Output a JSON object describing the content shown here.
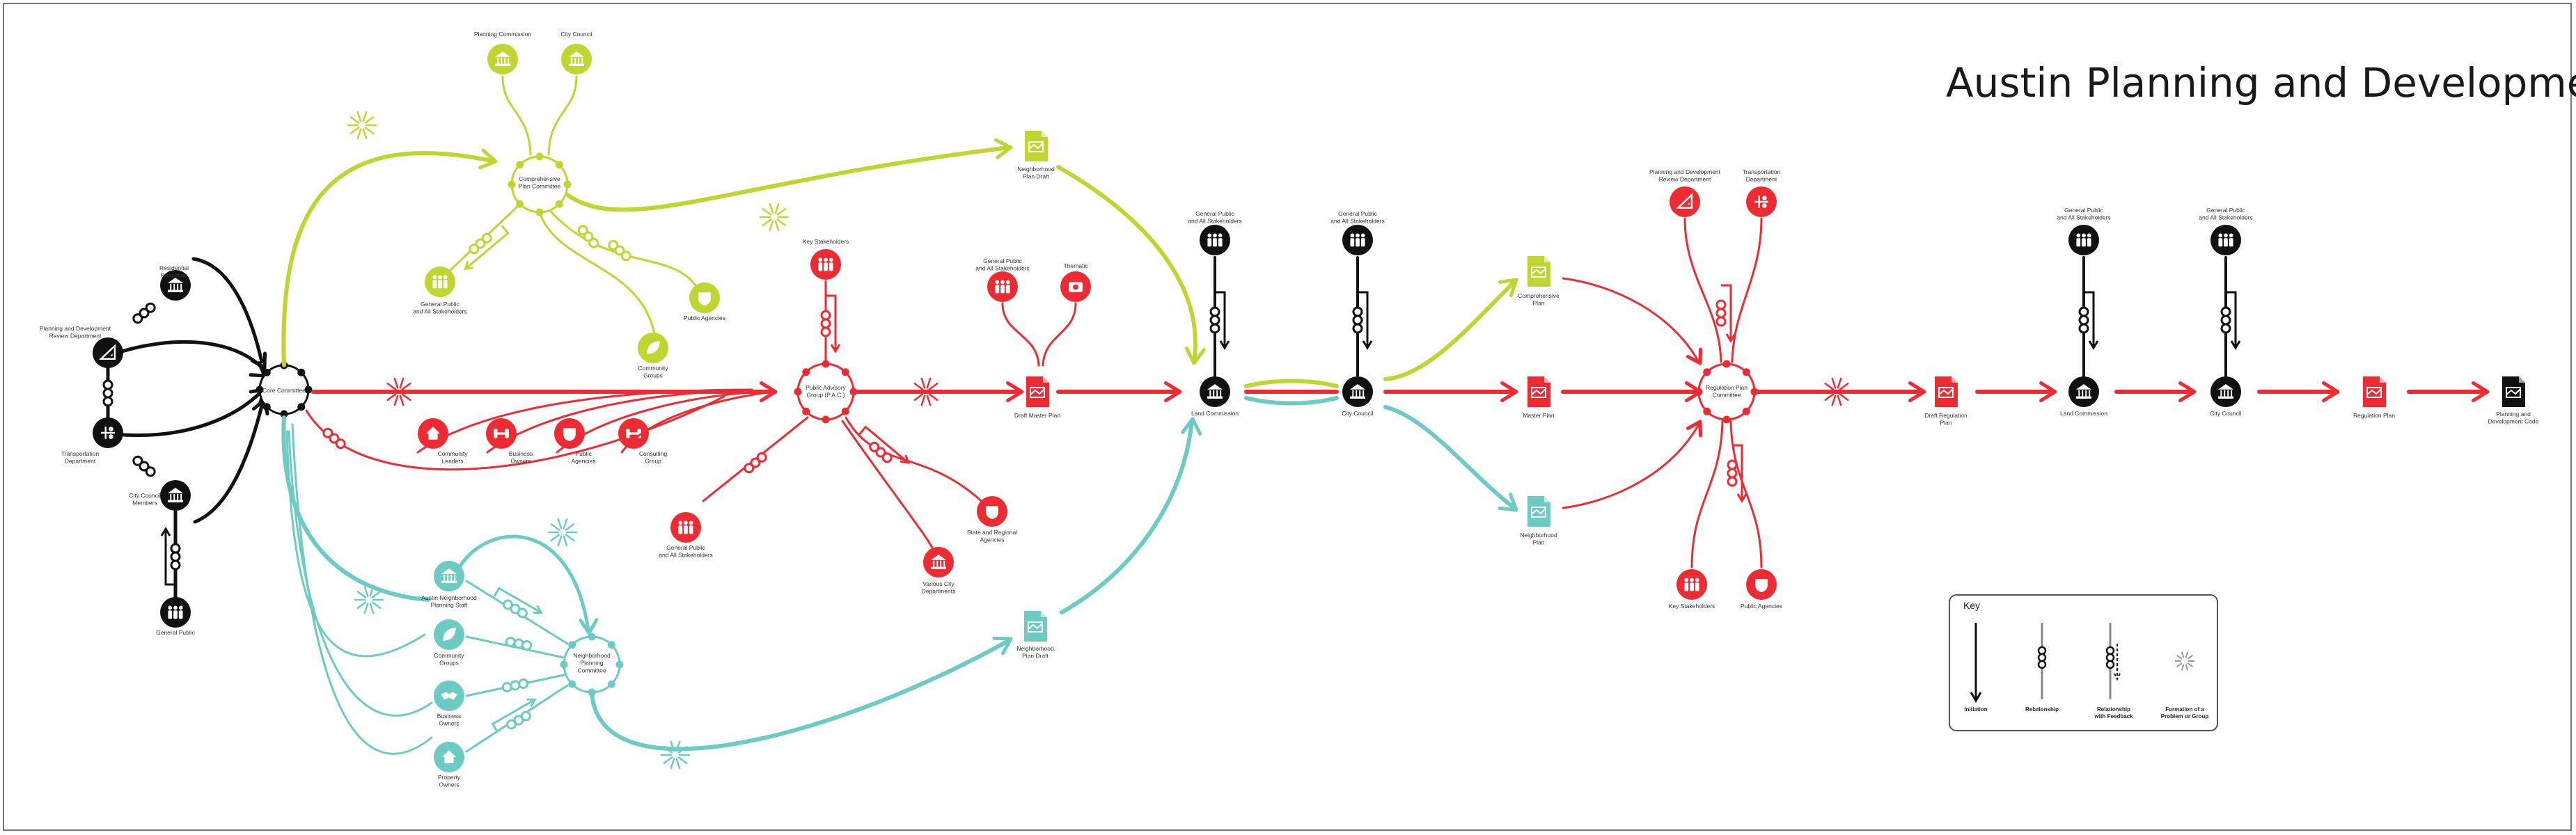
{
  "title": "Austin Planning and Development",
  "colors": {
    "lime": "#bfd630",
    "red": "#ee2b33",
    "teal": "#6ccbc3",
    "black": "#111111"
  },
  "labels": {
    "residential": "Residential\nProtection",
    "planning_dev": "Planning and Development\nReview Department",
    "transportation": "Transportation\nDepartment",
    "city_council_members": "City Council\nMembers",
    "general_public": "General Public",
    "core_committee": "Core Committee",
    "planning_commission": "Planning Commission",
    "city_council": "City Council",
    "comp_plan_committee": "Comprehensive\nPlan Committee",
    "gp_stakeholders": "General Public\nand All Stakeholders",
    "community_groups": "Community\nGroups",
    "public_agencies": "Public Agencies",
    "neighborhood_plan_draft": "Neighborhood\nPlan Draft",
    "community_leaders": "Community\nLeaders",
    "business_owners": "Business\nOwners",
    "public_agencies2": "Public\nAgencies",
    "consulting_group": "Consulting\nGroup",
    "key_stakeholders": "Key Stakeholders",
    "pac": "Public Advisory\nGroup (P.A.C.)",
    "gp_stakeholders2": "General Public\nand All Stakeholders",
    "state_regional": "State and Regional\nAgencies",
    "various_city": "Various City\nDepartments",
    "gp_stakeholders3": "General Public\nand All Stakeholders",
    "thematic": "Thematic",
    "draft_master_plan": "Draft Master Plan",
    "anp_staff": "Austin Neighborhood\nPlanning Staff",
    "community_groups2": "Community\nGroups",
    "business_owners2": "Business\nOwners",
    "property_owners": "Property\nOwners",
    "neighborhood_planning_committee": "Neighborhood\nPlanning\nCommittee",
    "neighborhood_plan_draft2": "Neighborhood\nPlan Draft",
    "gp_stakeholders4": "General Public\nand All Stakeholders",
    "land_commission": "Land Commission",
    "gp_stakeholders5": "General Public\nand All Stakeholders",
    "city_council2": "City Council",
    "comprehensive_plan": "Comprehensive\nPlan",
    "master_plan": "Master Plan",
    "neighborhood_plan": "Neighborhood\nPlan",
    "planning_dev2": "Planning and Development\nReview Department",
    "transportation2": "Transportation\nDepartment",
    "regulation_plan_committee": "Regulation Plan\nCommittee",
    "key_stakeholders2": "Key Stakeholders",
    "public_agencies3": "Public Agencies",
    "draft_regulation_plan": "Draft Regulation\nPlan",
    "gp_stakeholders6": "General Public\nand All Stakeholders",
    "land_commission2": "Land Commission",
    "gp_stakeholders7": "General Public\nand All Stakeholders",
    "city_council3": "City Council",
    "regulation_plan": "Regulation Plan",
    "pdc": "Planning and\nDevelopment Code"
  },
  "key": {
    "title": "Key",
    "items": [
      "Initiation",
      "Relationship",
      "Relationship\nwith Feedback",
      "Formation of a\nProblem or Group"
    ]
  }
}
